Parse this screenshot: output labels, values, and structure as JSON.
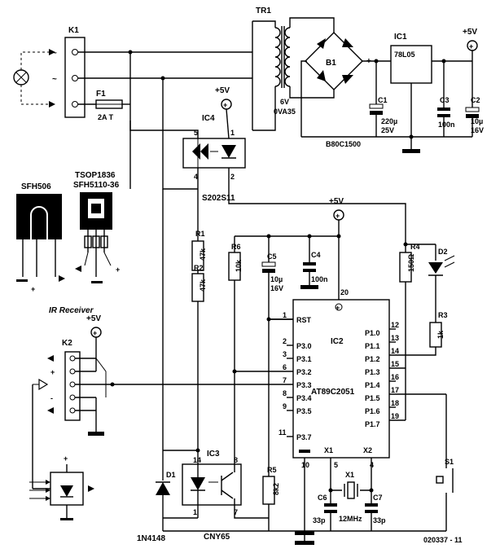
{
  "refs": {
    "k1": "K1",
    "tr1": "TR1",
    "ic1": "IC1",
    "b1": "B1",
    "f1": "F1",
    "ic4": "IC4",
    "c1": "C1",
    "c2": "C2",
    "c3": "C3",
    "k2": "K2",
    "r1": "R1",
    "r2": "R2",
    "r3": "R3",
    "r4": "R4",
    "r5": "R5",
    "r6": "R6",
    "c4": "C4",
    "c5": "C5",
    "c6": "C6",
    "c7": "C7",
    "d1": "D1",
    "d2": "D2",
    "ic2": "IC2",
    "ic3": "IC3",
    "x1": "X1",
    "s1": "S1"
  },
  "values": {
    "fuse": "2A  T",
    "ic1": "78L05",
    "c1a": "220µ",
    "c1b": "25V",
    "c3": "100n",
    "c2a": "10µ",
    "c2b": "16V",
    "tr1a": "6V",
    "tr1b": "0VA35",
    "bridge": "B80C1500",
    "ic4": "S202S11",
    "r1": "47k",
    "r2": "47k",
    "r6": "10k",
    "c5a": "10µ",
    "c5b": "16V",
    "c4": "100n",
    "r4": "150Ω",
    "r3": "1k",
    "r5": "8k2",
    "ic2": "AT89C2051",
    "c6": "33p",
    "c7": "33p",
    "x1": "12MHz",
    "d1": "1N4148",
    "ic3": "CNY65"
  },
  "labels": {
    "sfh506": "SFH506",
    "tsop1": "TSOP1836",
    "tsop2": "SFH5110-36",
    "ir_receiver": "IR Receiver",
    "plus5v": "+5V",
    "fig": "020337 - 11",
    "plus": "+",
    "minus": "-",
    "fuse_t": "T"
  },
  "pins": {
    "ic2_left": [
      "1",
      "RST",
      "2",
      "P3.0",
      "3",
      "P3.1",
      "6",
      "P3.2",
      "7",
      "P3.3",
      "8",
      "P3.4",
      "9",
      "P3.5",
      "11",
      "P3.7"
    ],
    "ic2_right": [
      "P1.0",
      "12",
      "P1.1",
      "13",
      "P1.2",
      "14",
      "P1.3",
      "15",
      "P1.4",
      "16",
      "P1.5",
      "17",
      "P1.6",
      "18",
      "P1.7",
      "19"
    ],
    "ic2_other": [
      "20",
      "10",
      "5",
      "4",
      "X1",
      "X2"
    ],
    "ic4": [
      "5",
      "1",
      "4",
      "2"
    ],
    "ic3": [
      "14",
      "8",
      "1",
      "7"
    ]
  }
}
